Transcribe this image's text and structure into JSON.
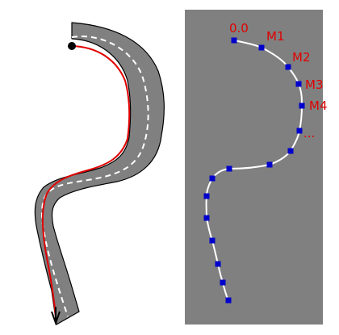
{
  "colors": {
    "road_fill": "#808080",
    "road_edge": "#000000",
    "lane_dash": "#ffffff",
    "vehicle_path": "#e00000",
    "panel_bg": "#808080",
    "centerline": "#ffffff",
    "marker_fill": "#0000cc",
    "label": "#e00000"
  },
  "road_diagram": {
    "start_point_icon": "filled-circle",
    "end_arrow_icon": "arrow-down-head"
  },
  "marker_map": {
    "labels": [
      "0.0",
      "M1",
      "M2",
      "M3",
      "M4",
      "..."
    ]
  }
}
